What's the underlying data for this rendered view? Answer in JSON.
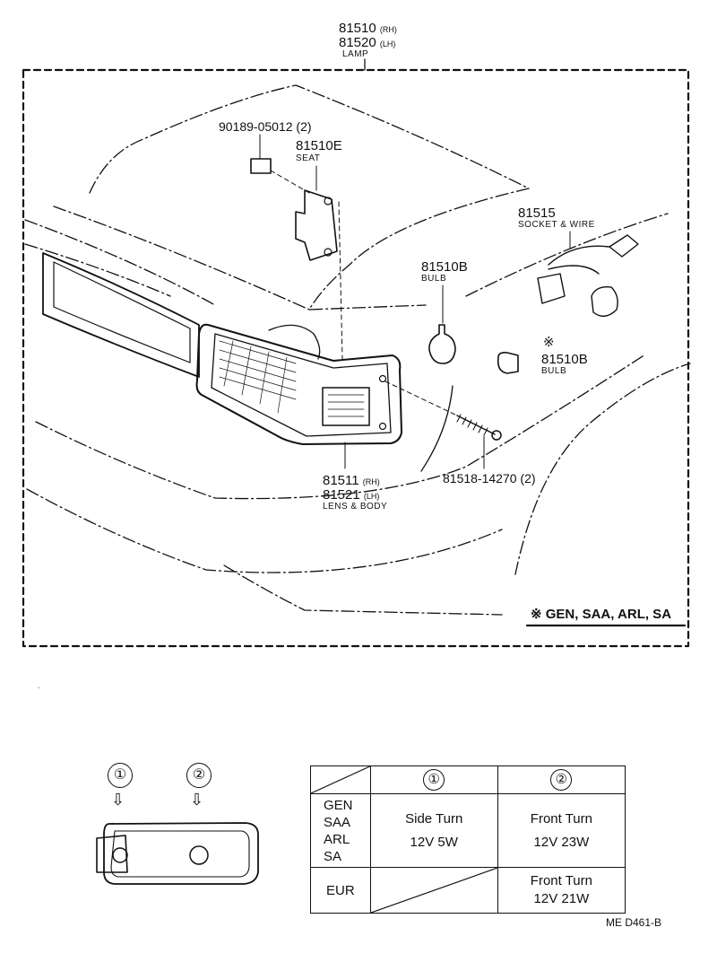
{
  "labels": {
    "lamp_rh": "81510",
    "lamp_rh_side": "(RH)",
    "lamp_lh": "81520",
    "lamp_lh_side": "(LH)",
    "lamp_name": "LAMP",
    "screw_part": "90189-05012 (2)",
    "seat_part": "81510E",
    "seat_name": "SEAT",
    "socket_part": "81515",
    "socket_name": "SOCKET & WIRE",
    "bulb_part": "81510B",
    "bulb_name": "BULB",
    "alt_bulb_mark": "※",
    "alt_bulb_part": "81510B",
    "alt_bulb_name": "BULB",
    "lens_rh": "81511",
    "lens_rh_side": "(RH)",
    "lens_lh": "81521",
    "lens_lh_side": "(LH)",
    "lens_name": "LENS & BODY",
    "screw2_part": "81518-14270 (2)",
    "region_note": "※ GEN, SAA, ARL, SA",
    "position_1": "①",
    "position_2": "②",
    "arrow": "⇩",
    "ref_code": "ME  D461-B"
  },
  "spec_table": {
    "col1": "①",
    "col2": "②",
    "row1_regions": [
      "GEN",
      "SAA",
      "ARL",
      "SA"
    ],
    "row1_col1_lines": [
      "Side Turn",
      "12V  5W"
    ],
    "row1_col2_lines": [
      "Front Turn",
      "12V  23W"
    ],
    "row2_region": "EUR",
    "row2_col2_lines": [
      "Front Turn",
      "12V 21W"
    ]
  }
}
